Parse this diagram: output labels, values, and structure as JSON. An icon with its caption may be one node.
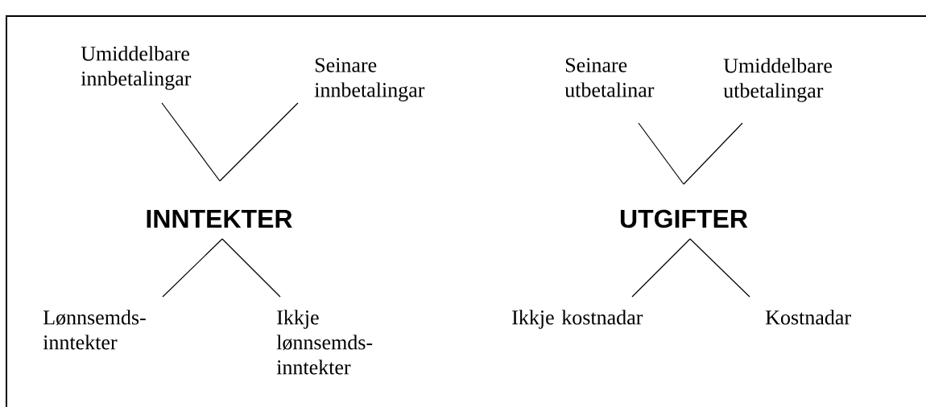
{
  "diagram": {
    "nodes": [
      {
        "text": [
          "INNTEKTER"
        ]
      },
      {
        "text": [
          "Umiddelbare innbetalingar"
        ]
      },
      {
        "text": [
          "Seinare innbetalingar"
        ]
      },
      {
        "text": [
          "Lønnsemds-inntekter"
        ]
      },
      {
        "text": [
          "Ikkje lønnsemds-inntekter"
        ]
      },
      {
        "text": [
          "UTGIFTER"
        ]
      },
      {
        "text": [
          "Seinare utbetalinar"
        ]
      },
      {
        "text": [
          "Umiddelbare utbetalingar"
        ]
      },
      {
        "text": [
          "Ikkje kostnadar"
        ]
      },
      {
        "text": [
          "Kostnadar"
        ]
      }
    ],
    "edges": [
      {
        "from": 1,
        "to": 0,
        "arrow": "none"
      },
      {
        "from": 2,
        "to": 0,
        "arrow": "none"
      },
      {
        "from": 0,
        "to": 3,
        "arrow": "none"
      },
      {
        "from": 0,
        "to": 4,
        "arrow": "none"
      },
      {
        "from": 6,
        "to": 5,
        "arrow": "none"
      },
      {
        "from": 7,
        "to": 5,
        "arrow": "none"
      },
      {
        "from": 5,
        "to": 8,
        "arrow": "none"
      },
      {
        "from": 5,
        "to": 9,
        "arrow": "none"
      }
    ]
  }
}
